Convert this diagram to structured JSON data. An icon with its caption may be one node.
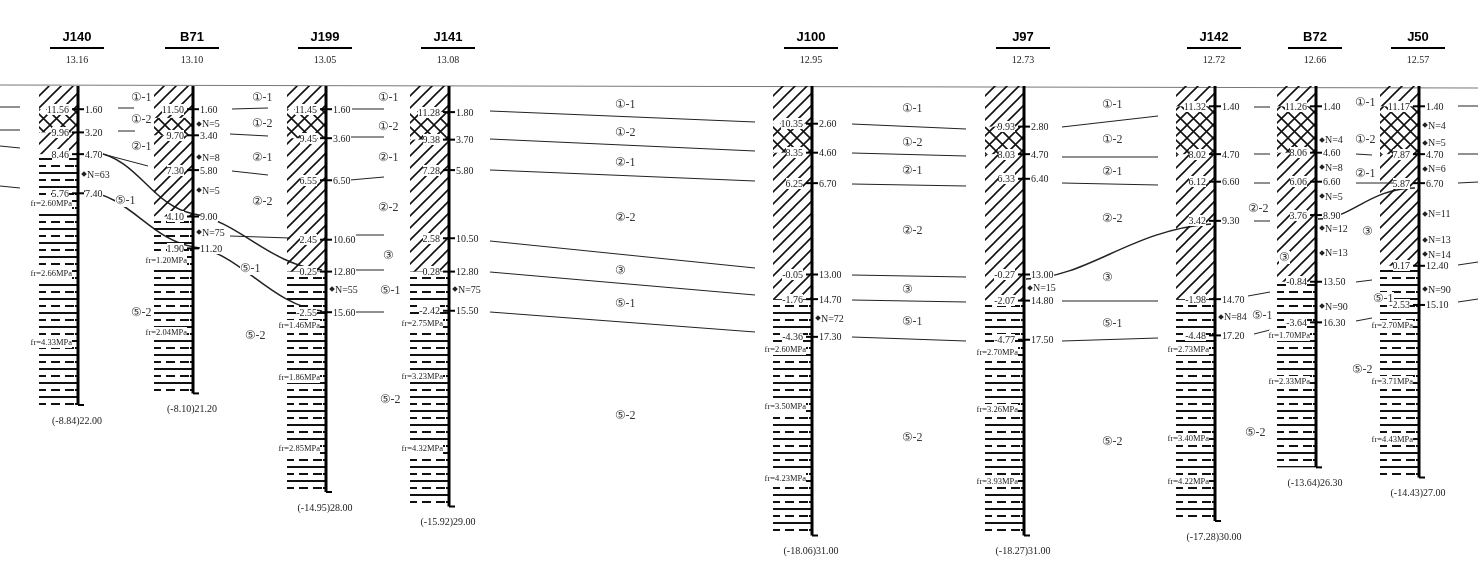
{
  "diagram": {
    "nodes": [
      {
        "text": [
          "J140",
          "13.16",
          "11.56",
          "1.60",
          "9.96",
          "3.20",
          "8.46",
          "4.70",
          "N=63",
          "5.76",
          "7.40",
          "fr=2.60MPa",
          "fr=2.66MPa",
          "fr=4.33MPa",
          "(-8.84)22.00"
        ]
      },
      {
        "text": [
          "B71",
          "13.10",
          "11.50",
          "1.60",
          "N=5",
          "9.70",
          "3.40",
          "N=8",
          "7.30",
          "5.80",
          "N=5",
          "4.10",
          "9.00",
          "N=75",
          "1.90",
          "11.20",
          "fr=1.20MPa",
          "fr=2.04MPa",
          "(-8.10)21.20"
        ]
      },
      {
        "text": [
          "J199",
          "13.05",
          "11.45",
          "1.60",
          "9.45",
          "3.60",
          "6.55",
          "6.50",
          "2.45",
          "10.60",
          "0.25",
          "12.80",
          "N=55",
          "-2.55",
          "15.60",
          "fr=1.46MPa",
          "fr=1.86MPa",
          "fr=2.85MPa",
          "(-14.95)28.00"
        ]
      },
      {
        "text": [
          "J141",
          "13.08",
          "11.28",
          "1.80",
          "9.38",
          "3.70",
          "7.28",
          "5.80",
          "2.58",
          "10.50",
          "0.28",
          "12.80",
          "N=75",
          "-2.42",
          "15.50",
          "fr=2.75MPa",
          "fr=3.23MPa",
          "fr=4.32MPa",
          "(-15.92)29.00"
        ]
      },
      {
        "text": [
          "J100",
          "12.95",
          "10.35",
          "2.60",
          "8.35",
          "4.60",
          "6.25",
          "6.70",
          "-0.05",
          "13.00",
          "-1.76",
          "14.70",
          "N=72",
          "-4.36",
          "17.30",
          "fr=2.60MPa",
          "fr=3.50MPa",
          "fr=4.23MPa",
          "(-18.06)31.00"
        ]
      },
      {
        "text": [
          "J97",
          "12.73",
          "9.93",
          "2.80",
          "8.03",
          "4.70",
          "6.33",
          "6.40",
          "-0.27",
          "13.00",
          "N=15",
          "-2.07",
          "14.80",
          "-4.77",
          "17.50",
          "fr=2.70MPa",
          "fr=3.26MPa",
          "fr=3.93MPa",
          "(-18.27)31.00"
        ]
      },
      {
        "text": [
          "J142",
          "12.72",
          "11.32",
          "1.40",
          "8.02",
          "4.70",
          "6.12",
          "6.60",
          "3.42",
          "9.30",
          "-1.98",
          "14.70",
          "N=84",
          "-4.48",
          "17.20",
          "fr=2.73MPa",
          "fr=3.40MPa",
          "fr=4.22MPa",
          "(-17.28)30.00"
        ]
      },
      {
        "text": [
          "B72",
          "12.66",
          "11.26",
          "1.40",
          "N=4",
          "8.06",
          "4.60",
          "N=8",
          "6.06",
          "6.60",
          "N=5",
          "3.76",
          "8.90",
          "N=12",
          "N=13",
          "-0.84",
          "13.50",
          "N=90",
          "-3.64",
          "16.30",
          "fr=1.70MPa",
          "fr=2.33MPa",
          "(-13.64)26.30"
        ]
      },
      {
        "text": [
          "J50",
          "12.57",
          "11.17",
          "1.40",
          "N=4",
          "N=5",
          "7.87",
          "4.70",
          "N=6",
          "5.87",
          "6.70",
          "N=11",
          "N=13",
          "N=14",
          "0.17",
          "12.40",
          "N=90",
          "-2.53",
          "15.10",
          "fr=2.70MPa",
          "fr=3.71MPa",
          "fr=4.43MPa",
          "(-14.43)27.00"
        ]
      }
    ],
    "labels": [
      "⑤-1",
      "①-1",
      "①-2",
      "②-1",
      "⑤-2",
      "①-1",
      "①-2",
      "②-1",
      "②-2",
      "⑤-1",
      "⑤-2",
      "①-1",
      "①-2",
      "②-1",
      "②-2",
      "③",
      "⑤-1",
      "⑤-2",
      "①-1",
      "①-2",
      "②-1",
      "②-2",
      "③",
      "⑤-1",
      "⑤-2",
      "①-1",
      "①-2",
      "②-1",
      "②-2",
      "③",
      "⑤-1",
      "⑤-2",
      "①-1",
      "①-2",
      "②-1",
      "②-2",
      "③",
      "⑤-1",
      "⑤-2",
      "②-2",
      "③",
      "⑤-1",
      "⑤-2",
      "①-1",
      "①-2",
      "②-1",
      "③",
      "⑤-1",
      "⑤-2"
    ]
  }
}
